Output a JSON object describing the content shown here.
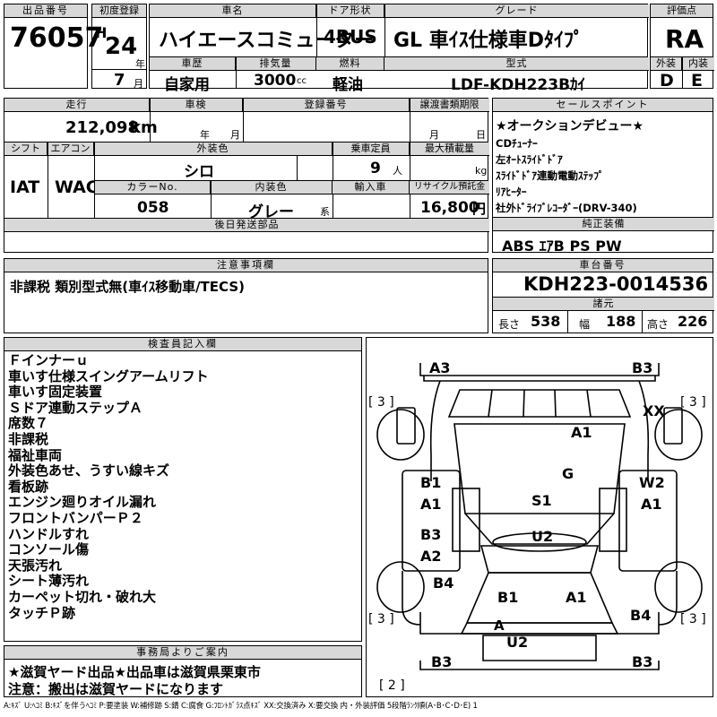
{
  "header": {
    "lot_label": "出品番号",
    "lot": "76057",
    "first_reg_label": "初度登録",
    "era": "H",
    "year": "24",
    "year_unit": "年",
    "month": "7",
    "month_unit": "月",
    "car_name_label": "車名",
    "car_name": "ハイエースコミューター",
    "door_label": "ドア形状",
    "door": "4BUS",
    "grade_label": "グレード",
    "grade": "GL 車ｲｽ仕様車Dﾀｲﾌﾟ",
    "score_label": "評価点",
    "score": "RA",
    "history_label": "車歴",
    "history": "自家用",
    "displacement_label": "排気量",
    "displacement": "3000",
    "displacement_unit": "cc",
    "fuel_label": "燃料",
    "fuel": "軽油",
    "model_label": "型式",
    "model": "LDF-KDH223Bｶｲ",
    "ext_label": "外装",
    "ext": "D",
    "int_label": "内装",
    "int": "E"
  },
  "row2": {
    "mileage_label": "走行",
    "mileage": "212,098",
    "mileage_unit": "km",
    "inspection_label": "車検",
    "ins_year": "年",
    "ins_month": "月",
    "reg_label": "登録番号",
    "transfer_label": "譲渡書類期限",
    "transfer_month": "月",
    "transfer_day": "日",
    "shift_label": "シフト",
    "shift": "IAT",
    "ac_label": "エアコン",
    "ac": "WAC",
    "color_label": "外装色",
    "color": "シロ",
    "capacity_label": "乗車定員",
    "capacity": "9",
    "capacity_unit": "人",
    "load_label": "最大積載量",
    "load_unit": "kg",
    "color_no_label": "カラーNo.",
    "color_no": "058",
    "int_color_label": "内装色",
    "int_color": "グレー",
    "int_color_unit": "系",
    "import_label": "輸入車",
    "recycle_label": "リサイクル預託金",
    "recycle": "16,800",
    "recycle_unit": "円",
    "later_label": "後日発送部品"
  },
  "sales": {
    "label": "セールスポイント",
    "items": [
      "★オークションデビュー★",
      "CDﾁｭｰﾅｰ",
      "左ｵｰﾄｽﾗｲﾄﾞﾄﾞｱ",
      "ｽﾗｲﾄﾞﾄﾞｱ連動電動ｽﾃｯﾌﾟ",
      "ﾘｱﾋｰﾀｰ",
      "社外ﾄﾞﾗｲﾌﾞﾚｺｰﾀﾞｰ(DRV-340)"
    ]
  },
  "equip": {
    "label": "純正装備",
    "value": "ABS ｴｱB PS PW"
  },
  "notes": {
    "label": "注意事項欄",
    "value": "非課税 類別型式無(車ｲｽ移動車/TECS)"
  },
  "chassis": {
    "label": "車台番号",
    "value": "KDH223-0014536",
    "dims_label": "諸元",
    "len_label": "長さ",
    "len": "538",
    "wid_label": "幅",
    "wid": "188",
    "hei_label": "高さ",
    "hei": "226"
  },
  "inspector": {
    "label": "検査員記入欄",
    "lines": [
      "Ｆインナーｕ",
      "車いす仕様スイングアームリフト",
      "車いす固定装置",
      "Ｓドア連動ステップＡ",
      "席数７",
      "非課税",
      "福祉車両",
      "外装色あせ、うすい線キズ",
      "看板跡",
      "エンジン廻りオイル漏れ",
      "フロントバンパーＰ２",
      "ハンドルすれ",
      "コンソール傷",
      "天張汚れ",
      "シート薄汚れ",
      "カーペット切れ・破れ大",
      "タッチＰ跡"
    ]
  },
  "office": {
    "label": "事務局よりご案内",
    "lines": [
      "★滋賀ヤード出品★出品車は滋賀県栗東市",
      "注意：搬出は滋賀ヤードになります"
    ]
  },
  "diagram": {
    "marks": [
      "A3",
      "B3",
      "XX",
      "A1",
      "G",
      "B1",
      "A1",
      "W2",
      "A1",
      "S1",
      "B3",
      "A2",
      "U2",
      "B4",
      "B1",
      "A1",
      "B4",
      "A",
      "U2",
      "B3",
      "B3"
    ],
    "tire_labels": [
      "[ 3 ]",
      "[ 3 ]",
      "[ 3 ]",
      "[ 3 ]",
      "[ 2 ]"
    ]
  },
  "legend": "A:ｷｽﾞ U:ﾍｺﾐ B:ｷｽﾞを伴うﾍｺﾐ P:要塗装 W:補修跡 S:錆 C:腐食 G:ﾌﾛﾝﾄｶﾞﾗｽ点ｷｽﾞ XX:交換済み X:要交換 内・外装評価 5段階ﾗﾝｸ順(A･B･C･D･E) 1"
}
